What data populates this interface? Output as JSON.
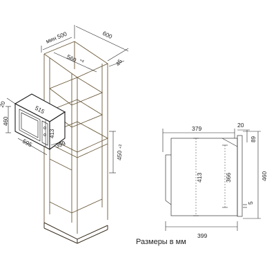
{
  "diagram": {
    "caption": "Размеры в мм",
    "cabinet_labels": {
      "min_500": "мин 500",
      "width_600": "600",
      "inner_560": "560",
      "inner_560_tol": "+4",
      "depth_45": "45",
      "height_450": "450",
      "height_450_tol": "+2"
    },
    "oven_labels": {
      "d_20": "20",
      "d_515": "515",
      "d_413": "413",
      "d_460": "460",
      "d_595": "595",
      "d_399": "399"
    },
    "side_labels": {
      "d_379": "379",
      "d_20": "20",
      "d_89": "89",
      "d_413": "413",
      "d_366": "366",
      "d_460": "460",
      "d_5": "5",
      "d_399": "399"
    }
  }
}
